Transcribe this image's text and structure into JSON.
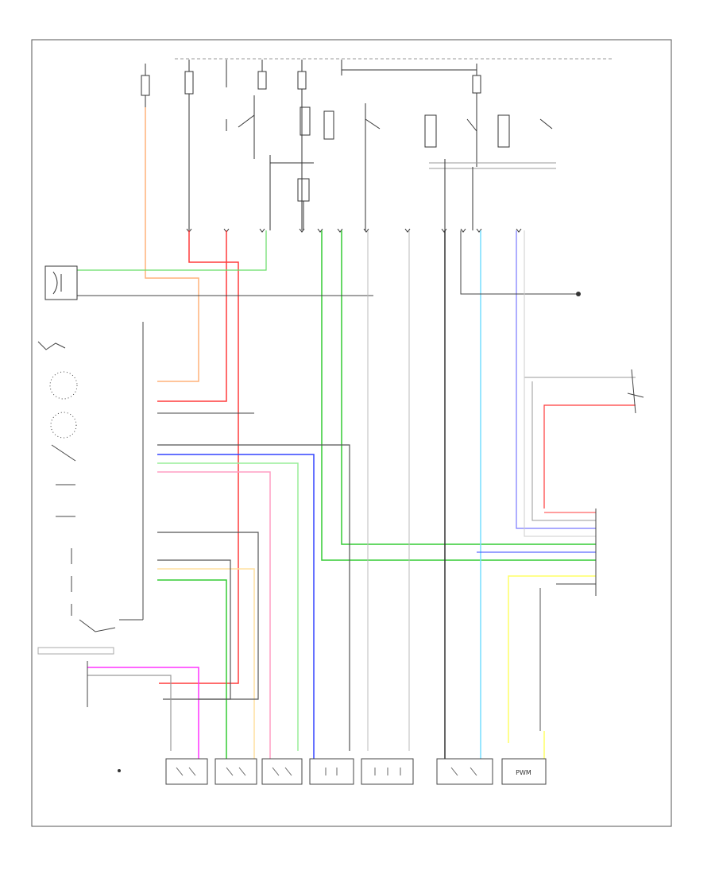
{
  "diagram": {
    "title": "",
    "footer_code": "",
    "colors": {
      "frame": "#555555",
      "wire_black": "#222222",
      "wire_gray": "#9a9a9a",
      "orange": "#ffb27a",
      "red": "#ff3b3b",
      "pink": "#ff9ec4",
      "green": "#33cc33",
      "light_green": "#99ee99",
      "blue": "#3344ff",
      "light_blue": "#77ddff",
      "cyan": "#22cccc",
      "violet": "#7777ff",
      "magenta": "#ff33ff",
      "yellow": "#ffff66",
      "tan": "#ffe0a0",
      "lavender": "#c8a8ff"
    },
    "components": [
      {
        "id": "headlight-switch",
        "label": ""
      },
      {
        "id": "brake-pedal-switch",
        "label": ""
      },
      {
        "id": "trans-range-switch",
        "label": ""
      },
      {
        "id": "control-module",
        "label": ""
      },
      {
        "id": "blower-motor",
        "label": ""
      },
      {
        "id": "mode-actuator",
        "label": ""
      },
      {
        "id": "recirc-actuator",
        "label": ""
      },
      {
        "id": "temp-actuator",
        "label": ""
      },
      {
        "id": "left-heated-seat",
        "label": ""
      },
      {
        "id": "right-heated-seat",
        "label": ""
      },
      {
        "id": "pwm-module",
        "label": "PWM"
      },
      {
        "id": "ground-point",
        "label": ""
      }
    ]
  }
}
